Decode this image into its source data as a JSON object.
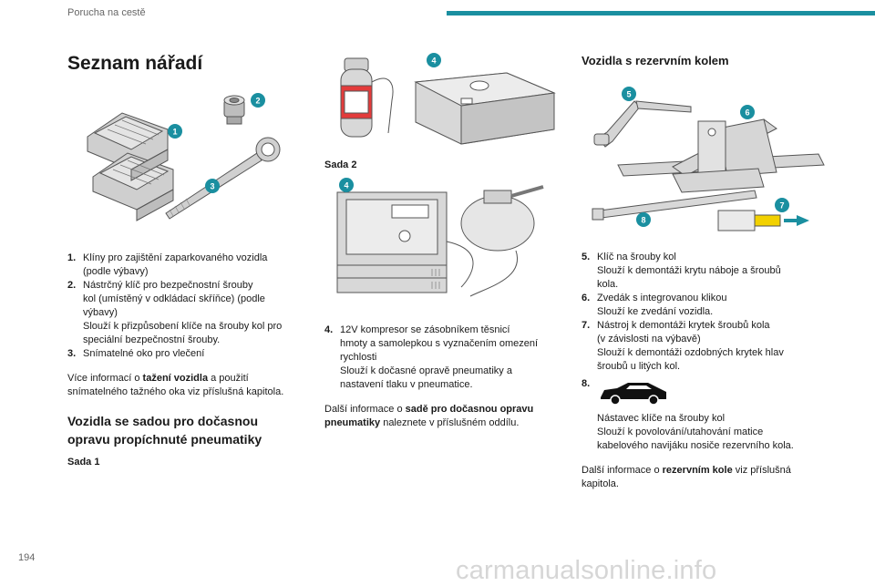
{
  "header": {
    "section": "Porucha na cestě",
    "accent": "#1a8fa0"
  },
  "page_number": "194",
  "watermark": "carmanualsonline.info",
  "col1": {
    "title": "Seznam nářadí",
    "badges": [
      "1",
      "2",
      "3"
    ],
    "items": [
      {
        "num": "1.",
        "lines": [
          "Klíny pro zajištění zaparkovaného vozidla",
          "(podle výbavy)"
        ]
      },
      {
        "num": "2.",
        "lines": [
          "Nástrčný klíč pro bezpečnostní šrouby",
          "kol (umístěný v odkládací skříňce) (podle",
          "výbavy)",
          "Slouží k přizpůsobení klíče na šrouby kol pro",
          "speciální bezpečnostní šrouby."
        ]
      },
      {
        "num": "3.",
        "lines": [
          "Snímatelné oko pro vlečení"
        ]
      }
    ],
    "more": {
      "pre": "Více informací o ",
      "bold": "tažení vozidla",
      "post1": " a použití",
      "line2": "snímatelného tažného oka viz příslušná kapitola."
    },
    "heading2_l1": "Vozidla se sadou pro dočasnou",
    "heading2_l2": "opravu propíchnuté pneumatiky",
    "sada1": "Sada 1"
  },
  "col2": {
    "badge_top": "4",
    "sada2": "Sada 2",
    "badge_mid": "4",
    "items": [
      {
        "num": "4.",
        "lines": [
          "12V kompresor se zásobníkem těsnicí",
          "hmoty a samolepkou s vyznačením omezení",
          "rychlosti",
          "Slouží k dočasné opravě pneumatiky a",
          "nastavení tlaku v pneumatice."
        ]
      }
    ],
    "more": {
      "pre": "Další informace o ",
      "bold1": "sadě pro dočasnou opravu",
      "bold2": "pneumatiky",
      "post": " naleznete v příslušném oddílu."
    }
  },
  "col3": {
    "title": "Vozidla s rezervním kolem",
    "badges": [
      "5",
      "6",
      "7",
      "8"
    ],
    "items": [
      {
        "num": "5.",
        "lines": [
          "Klíč na šrouby kol",
          "Slouží k demontáži krytu náboje a šroubů",
          "kola."
        ]
      },
      {
        "num": "6.",
        "lines": [
          "Zvedák s integrovanou klikou",
          "Slouží ke zvedání vozidla."
        ]
      },
      {
        "num": "7.",
        "lines": [
          "Nástroj k demontáži krytek šroubů kola",
          "(v závislosti na výbavě)",
          "Slouží k demontáži ozdobných krytek hlav",
          "šroubů u litých kol."
        ]
      }
    ],
    "item8_num": "8.",
    "item8_lines": [
      "Nástavec klíče na šrouby kol",
      "Slouží k povolování/utahování matice",
      "kabelového navijáku nosiče rezervního kola."
    ],
    "more": {
      "pre": "Další informace o ",
      "bold": "rezervním kole",
      "post": " viz příslušná",
      "line2": "kapitola."
    }
  }
}
